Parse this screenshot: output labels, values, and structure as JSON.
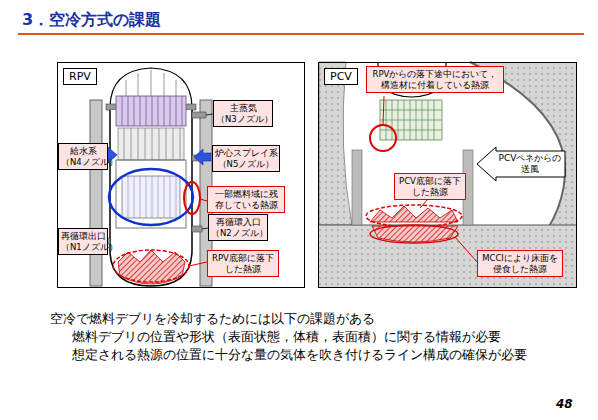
{
  "diagram": {
    "title": "3．空冷方式の課題",
    "nodes": [
      {
        "text": [
          "RPV"
        ]
      },
      {
        "text": [
          "主蒸気 （N3ノズル）"
        ],
        "in": 0
      },
      {
        "text": [
          "給水系 （N4ノズル）"
        ],
        "in": 0
      },
      {
        "text": [
          "炉心スプレイ系 （N5ノズル）"
        ],
        "in": 0
      },
      {
        "text": [
          "一部燃料域に残存している熱源"
        ],
        "in": 0
      },
      {
        "text": [
          "再循環出口 （N1ノズル）"
        ],
        "in": 0
      },
      {
        "text": [
          "再循環入口 （N2ノズル）"
        ],
        "in": 0
      },
      {
        "text": [
          "RPV底部に落下した熱源"
        ],
        "in": 0
      },
      {
        "text": [
          "PCV"
        ]
      },
      {
        "text": [
          "RPVからの落下途中において，構造材に付着している熱源"
        ],
        "in": 8
      },
      {
        "text": [
          "PCVペネからの送風"
        ],
        "in": 8
      },
      {
        "text": [
          "PCV底部に落下した熱源"
        ],
        "in": 8
      },
      {
        "text": [
          "MCCIにより床面を侵食した熱源"
        ],
        "in": 8
      }
    ],
    "labels": [
      "空冷で燃料デブリを冷却するためには以下の課題がある",
      "燃料デブリの位置や形状（表面状態，体積，表面積）に関する情報が必要",
      "想定される熱源の位置に十分な量の気体を吹き付けるライン構成の確保が必要",
      "48"
    ]
  }
}
